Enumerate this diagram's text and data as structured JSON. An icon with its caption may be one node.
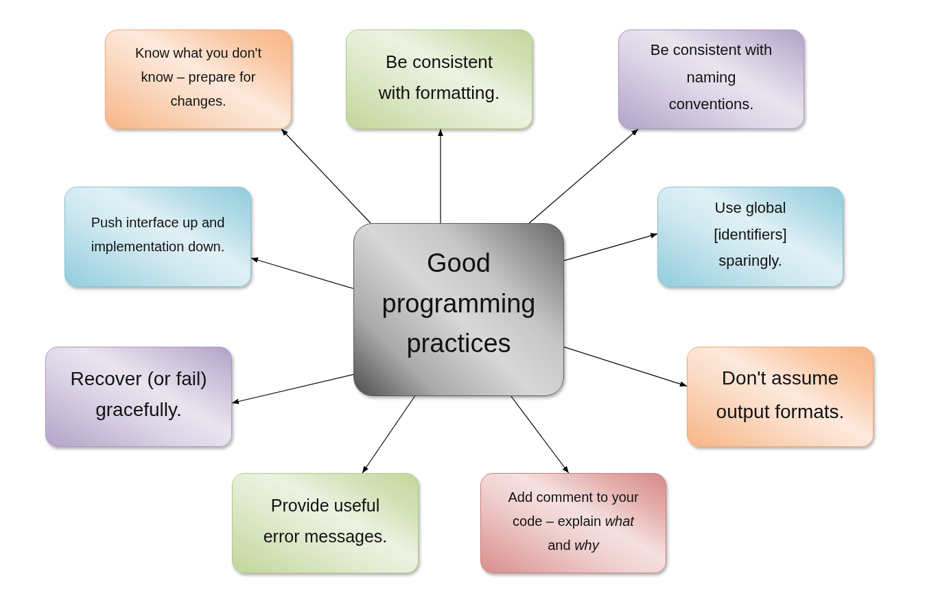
{
  "diagram": {
    "nodes": [
      {
        "text": [
          "Good programming practices"
        ]
      },
      {
        "text": [
          "Know what you don't know – prepare for changes."
        ]
      },
      {
        "text": [
          "Be consistent with formatting."
        ]
      },
      {
        "text": [
          "Be consistent with naming conventions."
        ]
      },
      {
        "text": [
          "Push interface up and implementation down."
        ]
      },
      {
        "text": [
          "Use global [identifiers] sparingly."
        ]
      },
      {
        "text": [
          "Recover (or fail) gracefully."
        ]
      },
      {
        "text": [
          "Don't assume output formats."
        ]
      },
      {
        "text": [
          "Provide useful error messages."
        ]
      },
      {
        "text": [
          "Add comment to your code – explain *what* and *why*"
        ]
      }
    ],
    "edges": [
      {
        "from": 0,
        "to": 1,
        "arrow": "to"
      },
      {
        "from": 0,
        "to": 2,
        "arrow": "to"
      },
      {
        "from": 0,
        "to": 3,
        "arrow": "to"
      },
      {
        "from": 0,
        "to": 4,
        "arrow": "to"
      },
      {
        "from": 0,
        "to": 5,
        "arrow": "to"
      },
      {
        "from": 0,
        "to": 6,
        "arrow": "to"
      },
      {
        "from": 0,
        "to": 7,
        "arrow": "to"
      },
      {
        "from": 0,
        "to": 8,
        "arrow": "to"
      },
      {
        "from": 0,
        "to": 9,
        "arrow": "to"
      }
    ]
  }
}
